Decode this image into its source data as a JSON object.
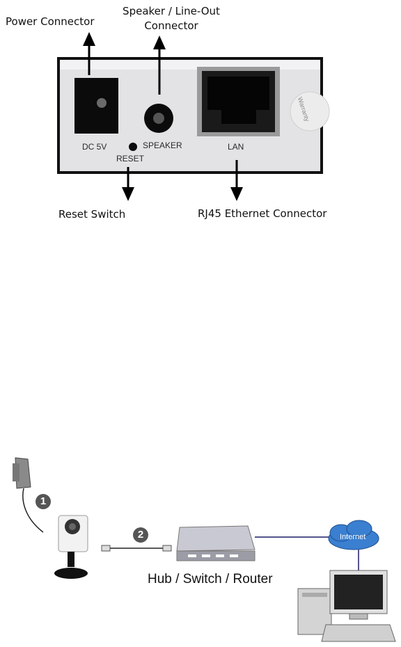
{
  "connector_diagram": {
    "labels": {
      "power": "Power Connector",
      "speaker_line1": "Speaker / Line-Out",
      "speaker_line2": "Connector",
      "reset": "Reset Switch",
      "rj45": "RJ45 Ethernet Connector"
    },
    "panel_markings": {
      "dc": "DC 5V",
      "speaker": "SPEAKER",
      "lan": "LAN",
      "reset": "RESET",
      "warranty": "Warranty"
    }
  },
  "network_diagram": {
    "step1": "1",
    "step2": "2",
    "hub_label": "Hub / Switch / Router",
    "internet_label": "Internet"
  },
  "colors": {
    "panel": "#e2e2e4",
    "line": "#1a1a66",
    "cloud": "#3a7fd0",
    "badge": "#555555"
  }
}
